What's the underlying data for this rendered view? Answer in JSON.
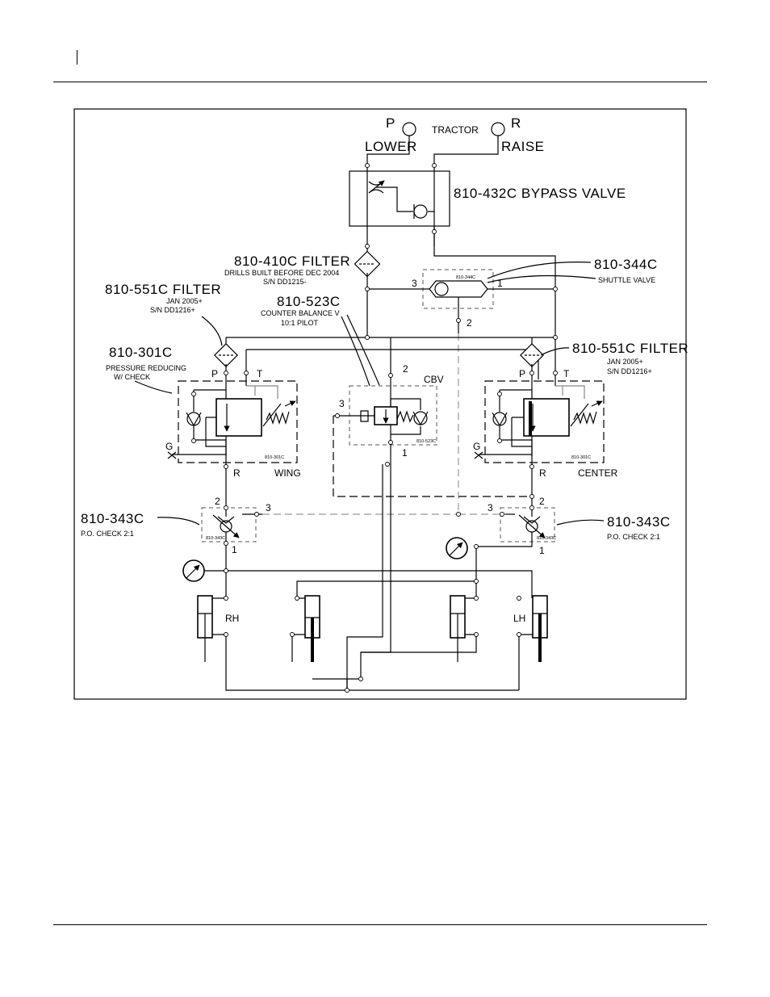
{
  "labels": {
    "p": "P",
    "lower": "LOWER",
    "tractor": "TRACTOR",
    "r": "R",
    "raise": "RAISE",
    "bypass_valve": "810-432C  BYPASS VALVE",
    "filter_410": "810-410C  FILTER",
    "filter_410_note1": "DRILLS BUILT BEFORE DEC 2004",
    "filter_410_note2": "S/N DD1215-",
    "shuttle_part": "810-344C",
    "shuttle_small": "810-344C",
    "shuttle_note": "SHUTTLE VALVE",
    "port_3": "3",
    "port_1": "1",
    "port_2": "2",
    "filter_551_left": "810-551C FILTER",
    "filter_551_left_note1": "JAN 2005+",
    "filter_551_left_note2": "S/N DD1216+",
    "cbv_part": "810-523C",
    "cbv_note1": "COUNTER BALANCE V",
    "cbv_note2": "10:1 PILOT",
    "filter_551_right": "810-551C FILTER",
    "filter_551_right_note1": "JAN 2005+",
    "filter_551_right_note2": "S/N DD1216+",
    "prv_part": "810-301C",
    "prv_note1": "PRESSURE REDUCING",
    "prv_note2": "W/ CHECK",
    "letter_p": "P",
    "letter_t": "T",
    "letter_g": "G",
    "letter_r": "R",
    "cbv": "CBV",
    "wing": "WING",
    "center": "CENTER",
    "prv_small_left": "810-301C",
    "prv_small_right": "810-301C",
    "cbv_small": "810-523C",
    "check_left": "810-343C",
    "check_left_note": "P.O. CHECK  2:1",
    "check_right": "810-343C",
    "check_right_note": "P.O. CHECK  2:1",
    "check_small_left": "810-343C",
    "check_small_right": "810-343C",
    "rh": "RH",
    "lh": "LH"
  }
}
